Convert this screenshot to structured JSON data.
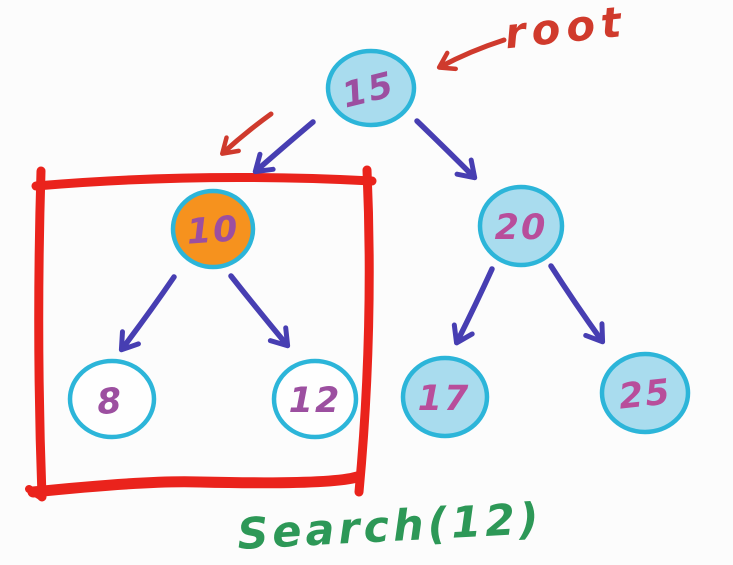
{
  "annotations": {
    "root_label": "root",
    "caption": "Search(12)"
  },
  "tree": {
    "nodes": {
      "n15": {
        "value": "15"
      },
      "n10": {
        "value": "10"
      },
      "n20": {
        "value": "20"
      },
      "n8": {
        "value": "8"
      },
      "n12": {
        "value": "12"
      },
      "n17": {
        "value": "17"
      },
      "n25": {
        "value": "25"
      }
    },
    "edges": [
      {
        "from": "15",
        "to": "10"
      },
      {
        "from": "15",
        "to": "20"
      },
      {
        "from": "10",
        "to": "8"
      },
      {
        "from": "10",
        "to": "12"
      },
      {
        "from": "20",
        "to": "17"
      },
      {
        "from": "20",
        "to": "25"
      }
    ],
    "highlighted_node": "10",
    "boxed_nodes": [
      "10",
      "8",
      "12"
    ]
  },
  "colors": {
    "node_fill_cyan": "#a9dcee",
    "node_border_cyan": "#2cb5d9",
    "highlight_fill_orange": "#f6921e",
    "leaf_fill_white": "#fefefe",
    "edge_blue": "#473eb2",
    "annotation_arrow_red": "#cf3a2d",
    "box_red": "#ea231c",
    "root_label_red": "#d03a2c",
    "value_purple": "#9c4fa0",
    "value_pink": "#b84e9b",
    "caption_green": "#2d9857"
  }
}
